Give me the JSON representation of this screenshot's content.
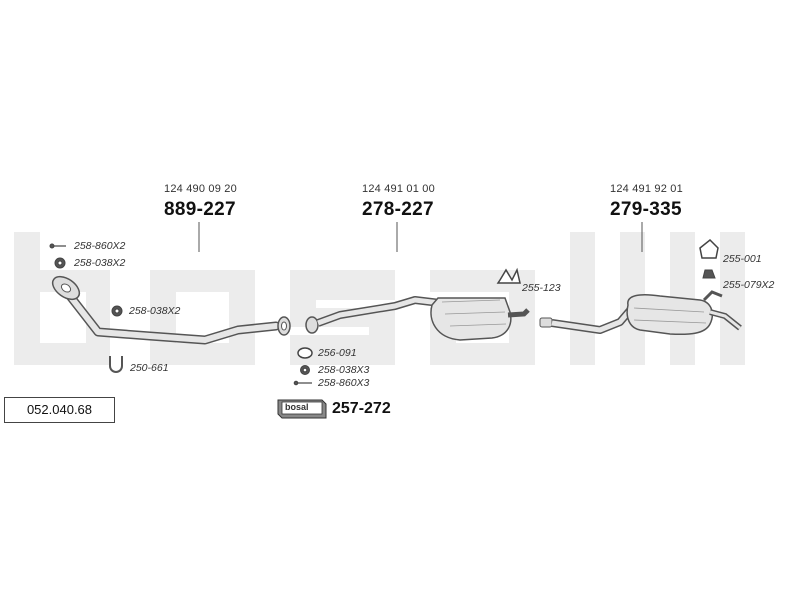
{
  "reference_code": "052.040.68",
  "kit": {
    "badge": "bosal",
    "number": "257-272"
  },
  "sections": [
    {
      "oe_number": "124 490 09 20",
      "part_number": "889-227"
    },
    {
      "oe_number": "124 491 01 00",
      "part_number": "278-227"
    },
    {
      "oe_number": "124 491 92 01",
      "part_number": "279-335"
    }
  ],
  "accessories": [
    {
      "code": "258-860X2"
    },
    {
      "code": "258-038X2"
    },
    {
      "code": "258-038X2"
    },
    {
      "code": "250-661"
    },
    {
      "code": "256-091"
    },
    {
      "code": "258-038X3"
    },
    {
      "code": "258-860X3"
    },
    {
      "code": "255-123"
    },
    {
      "code": "255-001"
    },
    {
      "code": "255-079X2"
    }
  ],
  "watermark": "bosal",
  "colors": {
    "line": "#555555",
    "part_fill": "#e6e6e6",
    "watermark": "#ececec"
  }
}
